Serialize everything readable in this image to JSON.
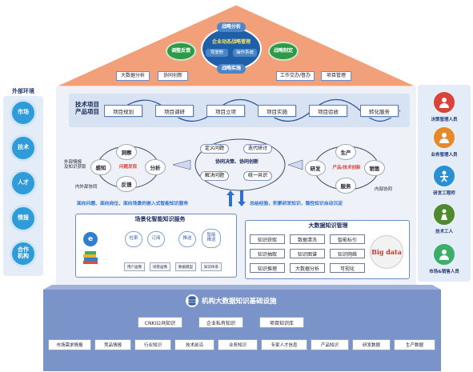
{
  "roof": {
    "center_top": "战略分析",
    "center_title": "企业动态战略管理",
    "center_bottom": "战略实施",
    "inner_left": "驾驶舱",
    "inner_right": "操作系统",
    "left_node": "调整反馈",
    "right_node": "战略制定",
    "boxes": [
      "大数据分析",
      "协同创新",
      "工作交办/督办",
      "项目管理"
    ]
  },
  "left_panel": {
    "title": "外部环境",
    "items": [
      "市场",
      "技术",
      "人才",
      "情报",
      "合作\n机构"
    ]
  },
  "right_panel": {
    "items": [
      {
        "label": "决策管理人员",
        "icon": "manager-icon",
        "color": "#d9433a"
      },
      {
        "label": "业务管理人员",
        "icon": "business-person-icon",
        "color": "#e6892a"
      },
      {
        "label": "研发工程师",
        "icon": "engineer-icon",
        "color": "#2a8fd3"
      },
      {
        "label": "技术工人",
        "icon": "worker-icon",
        "color": "#4f8a2f"
      },
      {
        "label": "市场&销售人员",
        "icon": "sales-person-icon",
        "color": "#3cae6a"
      }
    ]
  },
  "tech_row": {
    "label": "技术项目\n产品项目",
    "steps": [
      "项目规划",
      "项目调研",
      "项目立项",
      "项目实施",
      "项目验收",
      "转化服务"
    ]
  },
  "cycles": {
    "left_note_top": "外部情报\n及知识获取",
    "left_note_bottom": "内外部协同",
    "left_nodes": [
      "感知",
      "洞察",
      "分析",
      "反馈"
    ],
    "left_center": "问题发现",
    "center_nodes": [
      "定义问题",
      "迭代研讨",
      "解决问题",
      "统一共识"
    ],
    "center_text": "协同决策、协同创新",
    "right_nodes": [
      "生产",
      "研发",
      "销售",
      "服务"
    ],
    "right_center": "产品/技术创新",
    "right_note": "内部协同"
  },
  "arrows_text": {
    "left": "面向问题、面向岗位、面向场景的嵌入式智能知识服务",
    "right": "总结经验，积累研发知识，隐性知识自动沉淀"
  },
  "service_panel": {
    "title": "场景化智能知识服务",
    "services": [
      "检索",
      "订阅",
      "推送",
      "智能\n推送"
    ],
    "sub": [
      "用户画像",
      "场景画像",
      "数据模型",
      "知识体系"
    ]
  },
  "km_panel": {
    "title": "大数据知识管理",
    "rows": [
      [
        "知识获取",
        "数据清洗",
        "智能标引"
      ],
      [
        "知识抽取",
        "知识图谱",
        "知识网络"
      ],
      [
        "知识推理",
        "大数据分析",
        "可视化"
      ]
    ]
  },
  "bigdata_art": "Big data",
  "bottom": {
    "title": "机构大数据知识基础设施",
    "row1": [
      "CNKI公共知识",
      "企业私有知识",
      "项目知识库"
    ],
    "row2": [
      "市场需求情报",
      "竞品情报",
      "行业知识",
      "技术前沿",
      "业务知识",
      "专家人才信息",
      "产品知识",
      "研发数据",
      "生产数据"
    ]
  },
  "colors": {
    "roof": "#f2a07a",
    "house_body": "#eef1f7",
    "blue_panel": "#dde5f4",
    "bottom_panel": "#7a93c8",
    "accent_red": "#d9433a",
    "accent_blue": "#2f6fd0"
  }
}
